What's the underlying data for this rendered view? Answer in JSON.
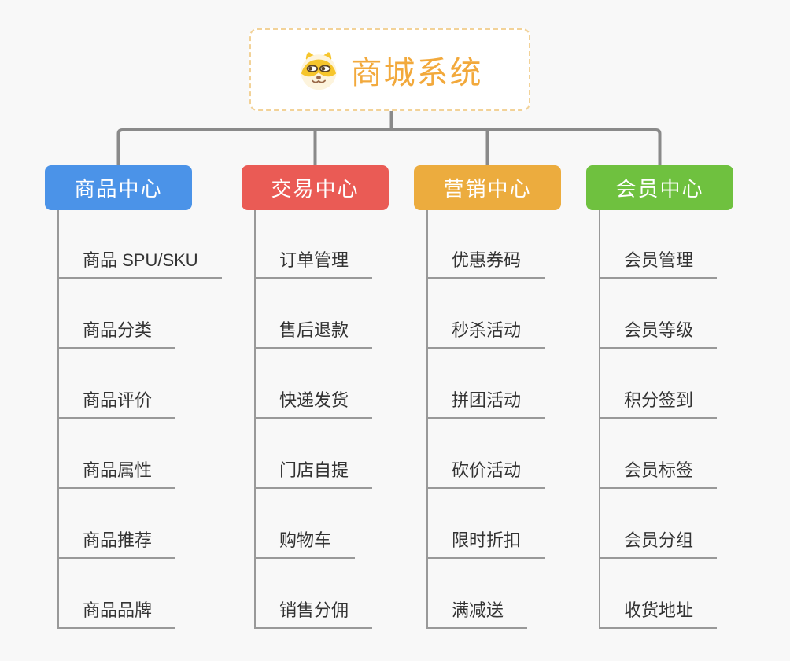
{
  "root": {
    "title": "商城系统",
    "icon": "doge-icon",
    "accent_color": "#f2a93c",
    "border_color": "#f2d298"
  },
  "colors": {
    "background": "#f8f8f8",
    "tree_connector": "#8a8a8a",
    "branch_line": "#999999",
    "item_text": "#333333"
  },
  "branches": [
    {
      "label": "商品中心",
      "color": "#4b93e8",
      "items": [
        "商品 SPU/SKU",
        "商品分类",
        "商品评价",
        "商品属性",
        "商品推荐",
        "商品品牌"
      ]
    },
    {
      "label": "交易中心",
      "color": "#ea5b55",
      "items": [
        "订单管理",
        "售后退款",
        "快递发货",
        "门店自提",
        "购物车",
        "销售分佣"
      ]
    },
    {
      "label": "营销中心",
      "color": "#ecac3e",
      "items": [
        "优惠券码",
        "秒杀活动",
        "拼团活动",
        "砍价活动",
        "限时折扣",
        "满减送"
      ]
    },
    {
      "label": "会员中心",
      "color": "#6fc13f",
      "items": [
        "会员管理",
        "会员等级",
        "积分签到",
        "会员标签",
        "会员分组",
        "收货地址"
      ]
    }
  ]
}
